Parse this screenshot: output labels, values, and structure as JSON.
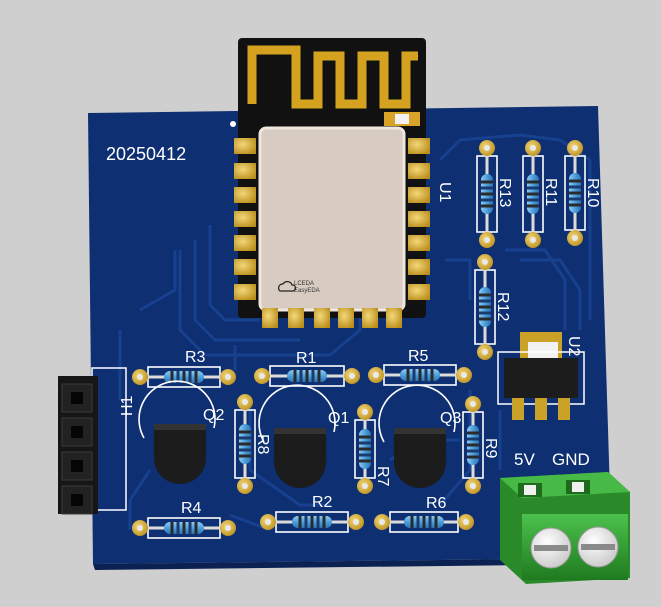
{
  "board": {
    "date_code": "20250412",
    "colors": {
      "background": "#cfcfcf",
      "pcb": "#0e2f72",
      "trace": "#17408f",
      "silkscreen": "#ffffff",
      "pad": "#c9a227",
      "module_pcb": "#111111",
      "module_shield": "#d8ccc2",
      "antenna": "#d4a21f",
      "terminal_block": "#2f9d2f",
      "resistor_body": "#5aa7e0",
      "transistor": "#1c1c1c"
    }
  },
  "module": {
    "ref": "U1",
    "shield_print": [
      "LCEDA",
      "EasyEDA"
    ],
    "icon": "cloud-logo-icon"
  },
  "regulator": {
    "ref": "U2"
  },
  "header": {
    "ref": "H1"
  },
  "terminal": {
    "left_label": "5V",
    "right_label": "GND"
  },
  "resistors": [
    "R1",
    "R2",
    "R3",
    "R4",
    "R5",
    "R6",
    "R7",
    "R8",
    "R9",
    "R10",
    "R11",
    "R12",
    "R13"
  ],
  "transistors": [
    "Q1",
    "Q2",
    "Q3"
  ]
}
